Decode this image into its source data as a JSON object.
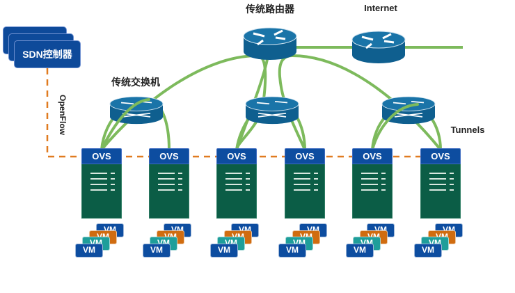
{
  "diagram": {
    "title": "SDN overlay network with OVS tunnels",
    "labels": {
      "router": "传统路由器",
      "internet": "Internet",
      "switch": "传统交换机",
      "tunnels": "Tunnels",
      "openflow": "OpenFlow"
    },
    "controller": {
      "label": "SDN控制器",
      "stack_count": 3
    },
    "servers": [
      {
        "ovs_label": "OVS",
        "vms": [
          "VM",
          "VM",
          "VM",
          "VM"
        ]
      },
      {
        "ovs_label": "OVS",
        "vms": [
          "VM",
          "VM",
          "VM",
          "VM"
        ]
      },
      {
        "ovs_label": "OVS",
        "vms": [
          "VM",
          "VM",
          "VM",
          "VM"
        ]
      },
      {
        "ovs_label": "OVS",
        "vms": [
          "VM",
          "VM",
          "VM",
          "VM"
        ]
      },
      {
        "ovs_label": "OVS",
        "vms": [
          "VM",
          "VM",
          "VM",
          "VM"
        ]
      },
      {
        "ovs_label": "OVS",
        "vms": [
          "VM",
          "VM",
          "VM",
          "VM"
        ]
      }
    ],
    "vm_colors": [
      "#0d4da0",
      "#d06c10",
      "#1e9e9a",
      "#0d4da0"
    ],
    "colors": {
      "tunnel": "#7dba5c",
      "openflow": "#e07b20",
      "router": "#14689a",
      "ovs": "#0d4da0",
      "server": "#0b5d46",
      "controller": "#0e4a9a"
    }
  }
}
